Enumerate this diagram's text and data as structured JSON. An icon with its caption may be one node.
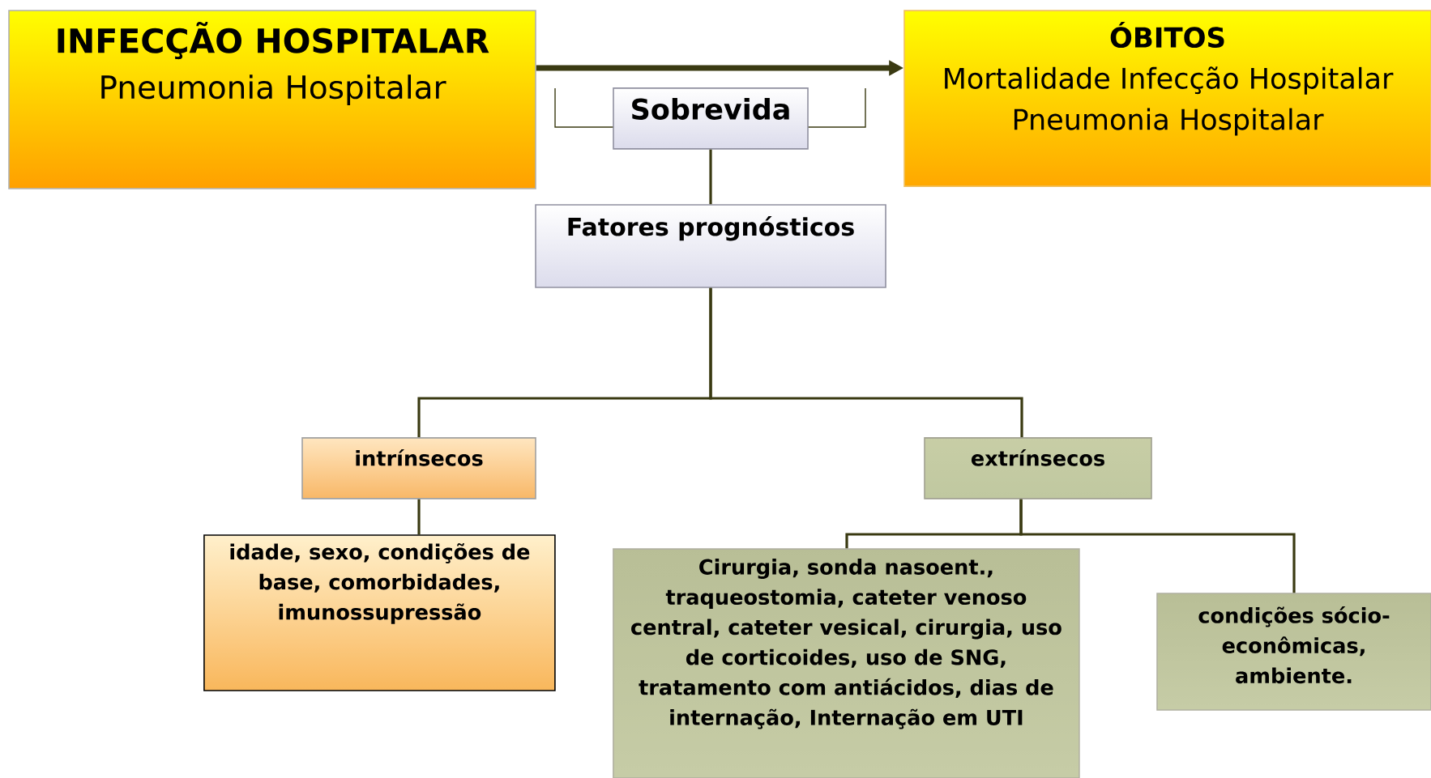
{
  "diagram": {
    "nodes": [
      {
        "text": [
          "INFECÇÃO HOSPITALAR",
          "Pneumonia Hospitalar"
        ]
      },
      {
        "text": [
          "ÓBITOS",
          "Mortalidade Infecção Hospitalar Pneumonia Hospitalar"
        ]
      },
      {
        "text": [
          "Sobrevida"
        ]
      },
      {
        "text": [
          "Fatores prognósticos"
        ]
      },
      {
        "text": [
          "intrínsecos"
        ]
      },
      {
        "text": [
          "extrínsecos"
        ]
      },
      {
        "text": [
          "idade, sexo, condições de base, comorbidades, imunossupressão"
        ]
      },
      {
        "text": [
          "Cirurgia, sonda nasoent., traqueostomia, cateter venoso central, cateter vesical, cirurgia, uso de corticoides, uso de SNG, tratamento com antiácidos, dias de internação, Internação em UTI"
        ]
      },
      {
        "text": [
          "condições sócio- econômicas, ambiente."
        ]
      }
    ],
    "edges": [
      {
        "from": 0,
        "to": 1,
        "arrow": "to",
        "style": "thick"
      },
      {
        "from": 2,
        "to": 3,
        "arrow": "none"
      },
      {
        "from": 3,
        "to": 4,
        "arrow": "none"
      },
      {
        "from": 3,
        "to": 5,
        "arrow": "none"
      },
      {
        "from": 4,
        "to": 6,
        "arrow": "none"
      },
      {
        "from": 5,
        "to": 7,
        "arrow": "none"
      },
      {
        "from": 5,
        "to": 8,
        "arrow": "none"
      }
    ]
  }
}
